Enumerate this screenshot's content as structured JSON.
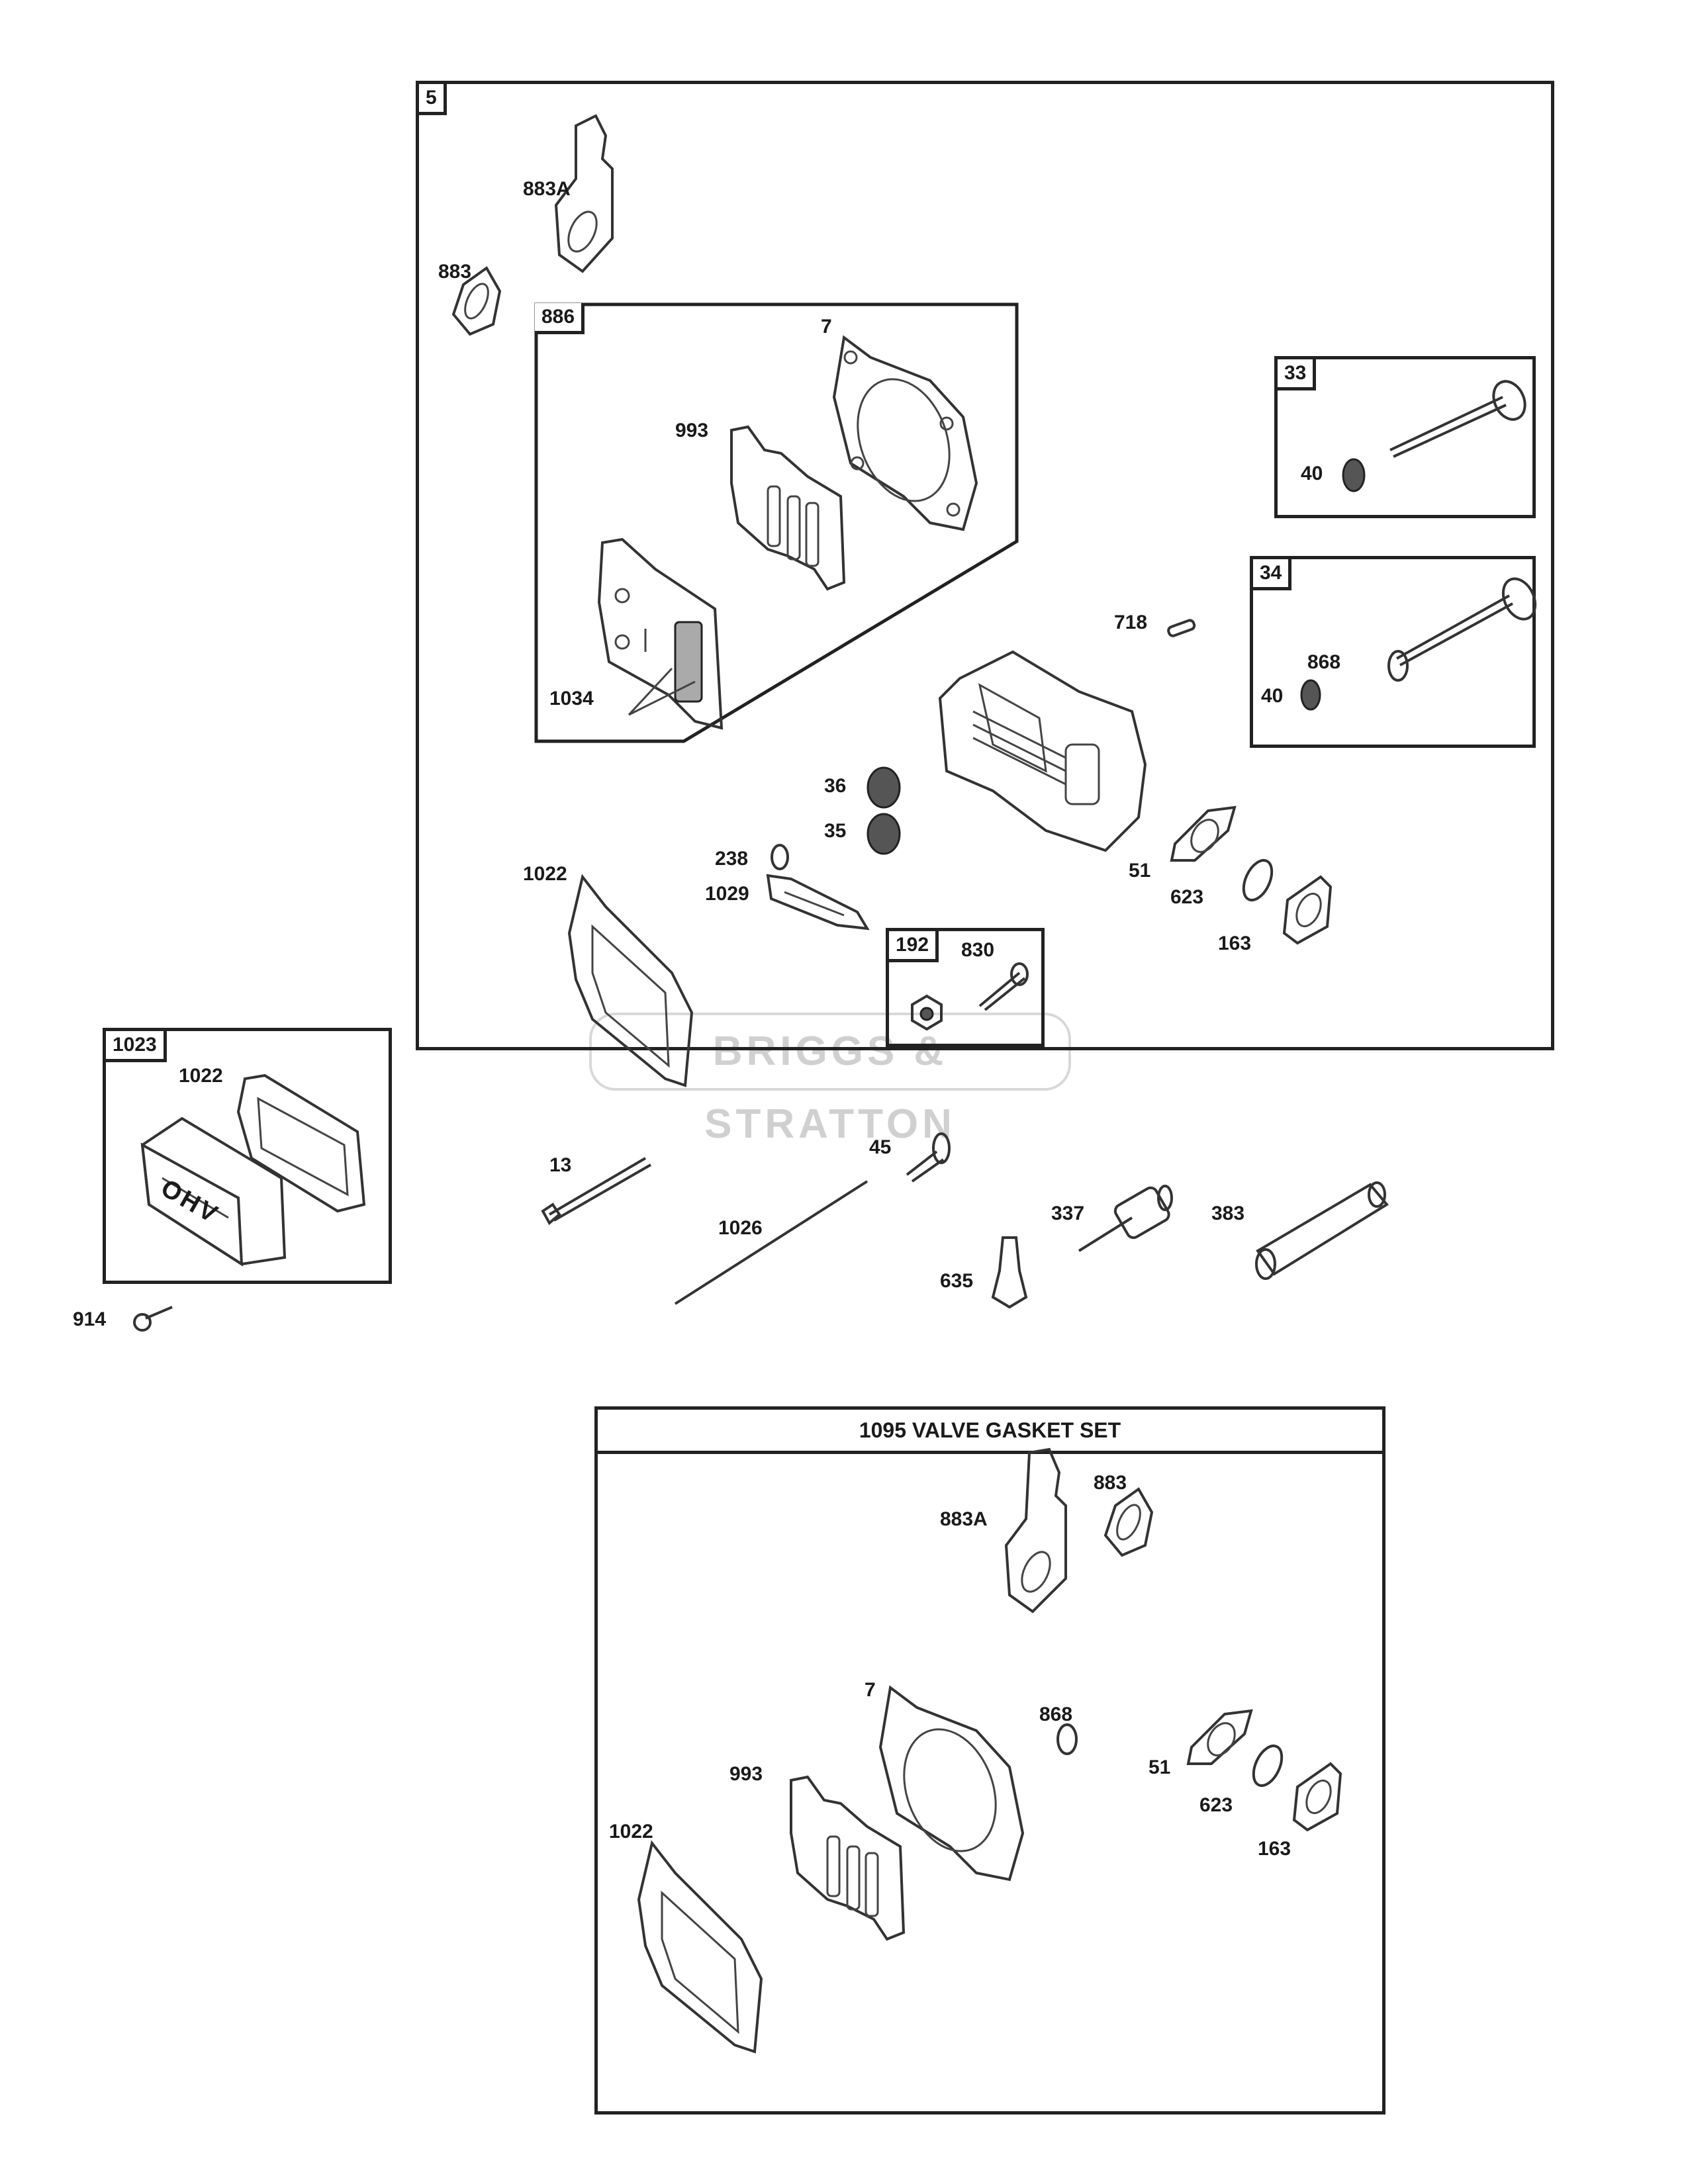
{
  "diagram": {
    "title_mark": "",
    "watermark": "BRIGGS & STRATTON",
    "main_box": {
      "tag": "5",
      "labels": {
        "p883a": "883A",
        "p883": "883",
        "p718": "718",
        "p36": "36",
        "p35": "35",
        "p238": "238",
        "p1029": "1029",
        "p1022": "1022",
        "p51": "51",
        "p623": "623",
        "p163": "163"
      },
      "sub_886": {
        "tag": "886",
        "labels": {
          "p7": "7",
          "p993": "993",
          "p1034": "1034"
        }
      },
      "sub_33": {
        "tag": "33",
        "labels": {
          "p40": "40"
        }
      },
      "sub_34": {
        "tag": "34",
        "labels": {
          "p868": "868",
          "p40": "40"
        }
      },
      "sub_192": {
        "tag": "192",
        "labels": {
          "p830": "830"
        }
      }
    },
    "box_1023": {
      "tag": "1023",
      "labels": {
        "p1022": "1022",
        "cover_text": "OHV"
      }
    },
    "loose_parts": {
      "p914": "914",
      "p13": "13",
      "p45": "45",
      "p1026": "1026",
      "p337": "337",
      "p635": "635",
      "p383": "383"
    },
    "gasket_set": {
      "title": "1095 VALVE GASKET SET",
      "labels": {
        "p883a": "883A",
        "p883": "883",
        "p7": "7",
        "p868": "868",
        "p993": "993",
        "p1022": "1022",
        "p51": "51",
        "p623": "623",
        "p163": "163"
      }
    }
  }
}
